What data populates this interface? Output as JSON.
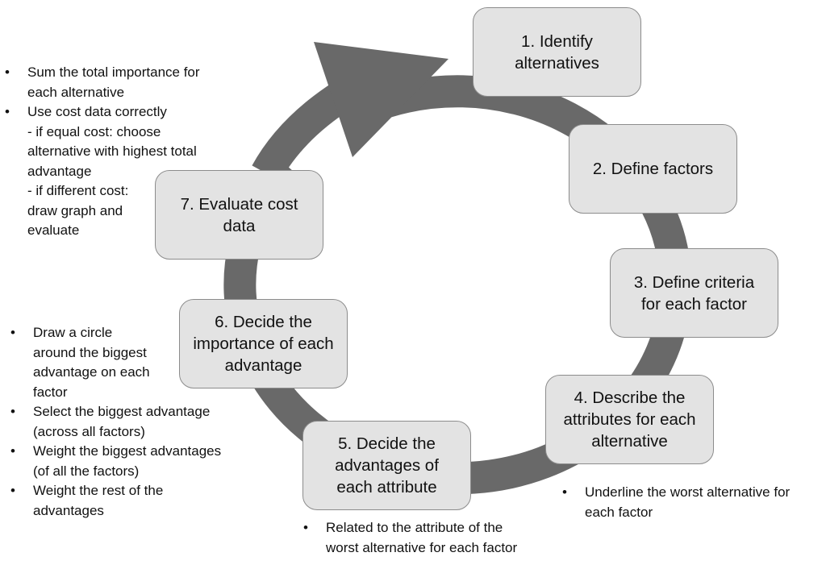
{
  "colors": {
    "ring": "#696969",
    "box_fill": "#e3e3e3",
    "box_border": "#8c8c8c",
    "text": "#111111"
  },
  "steps": [
    {
      "label": "1. Identify\nalternatives"
    },
    {
      "label": "2. Define factors"
    },
    {
      "label": "3. Define criteria\nfor each factor"
    },
    {
      "label": "4. Describe the\nattributes for each\nalternative"
    },
    {
      "label": "5. Decide the\nadvantages of\neach attribute"
    },
    {
      "label": "6. Decide the\nimportance of each\nadvantage"
    },
    {
      "label": "7. Evaluate cost\ndata"
    }
  ],
  "notes": {
    "step7": [
      "Sum the total importance for\neach alternative",
      "Use cost data correctly\n- if equal cost: choose\nalternative with highest total\nadvantage\n- if different cost:\ndraw graph and\nevaluate"
    ],
    "step6": [
      "Draw a  circle\naround the biggest\nadvantage on each\n factor",
      "Select the biggest advantage\n(across all factors)",
      "Weight the biggest advantages\n(of all the factors)",
      "Weight the rest of the\nadvantages"
    ],
    "step5": [
      "Related to the attribute of the\nworst alternative for each factor"
    ],
    "step4": [
      "Underline the worst alternative for\neach factor"
    ],
    "bullet": "•"
  },
  "icons": {
    "cycle_arrow": "cycle-arrow-icon"
  }
}
